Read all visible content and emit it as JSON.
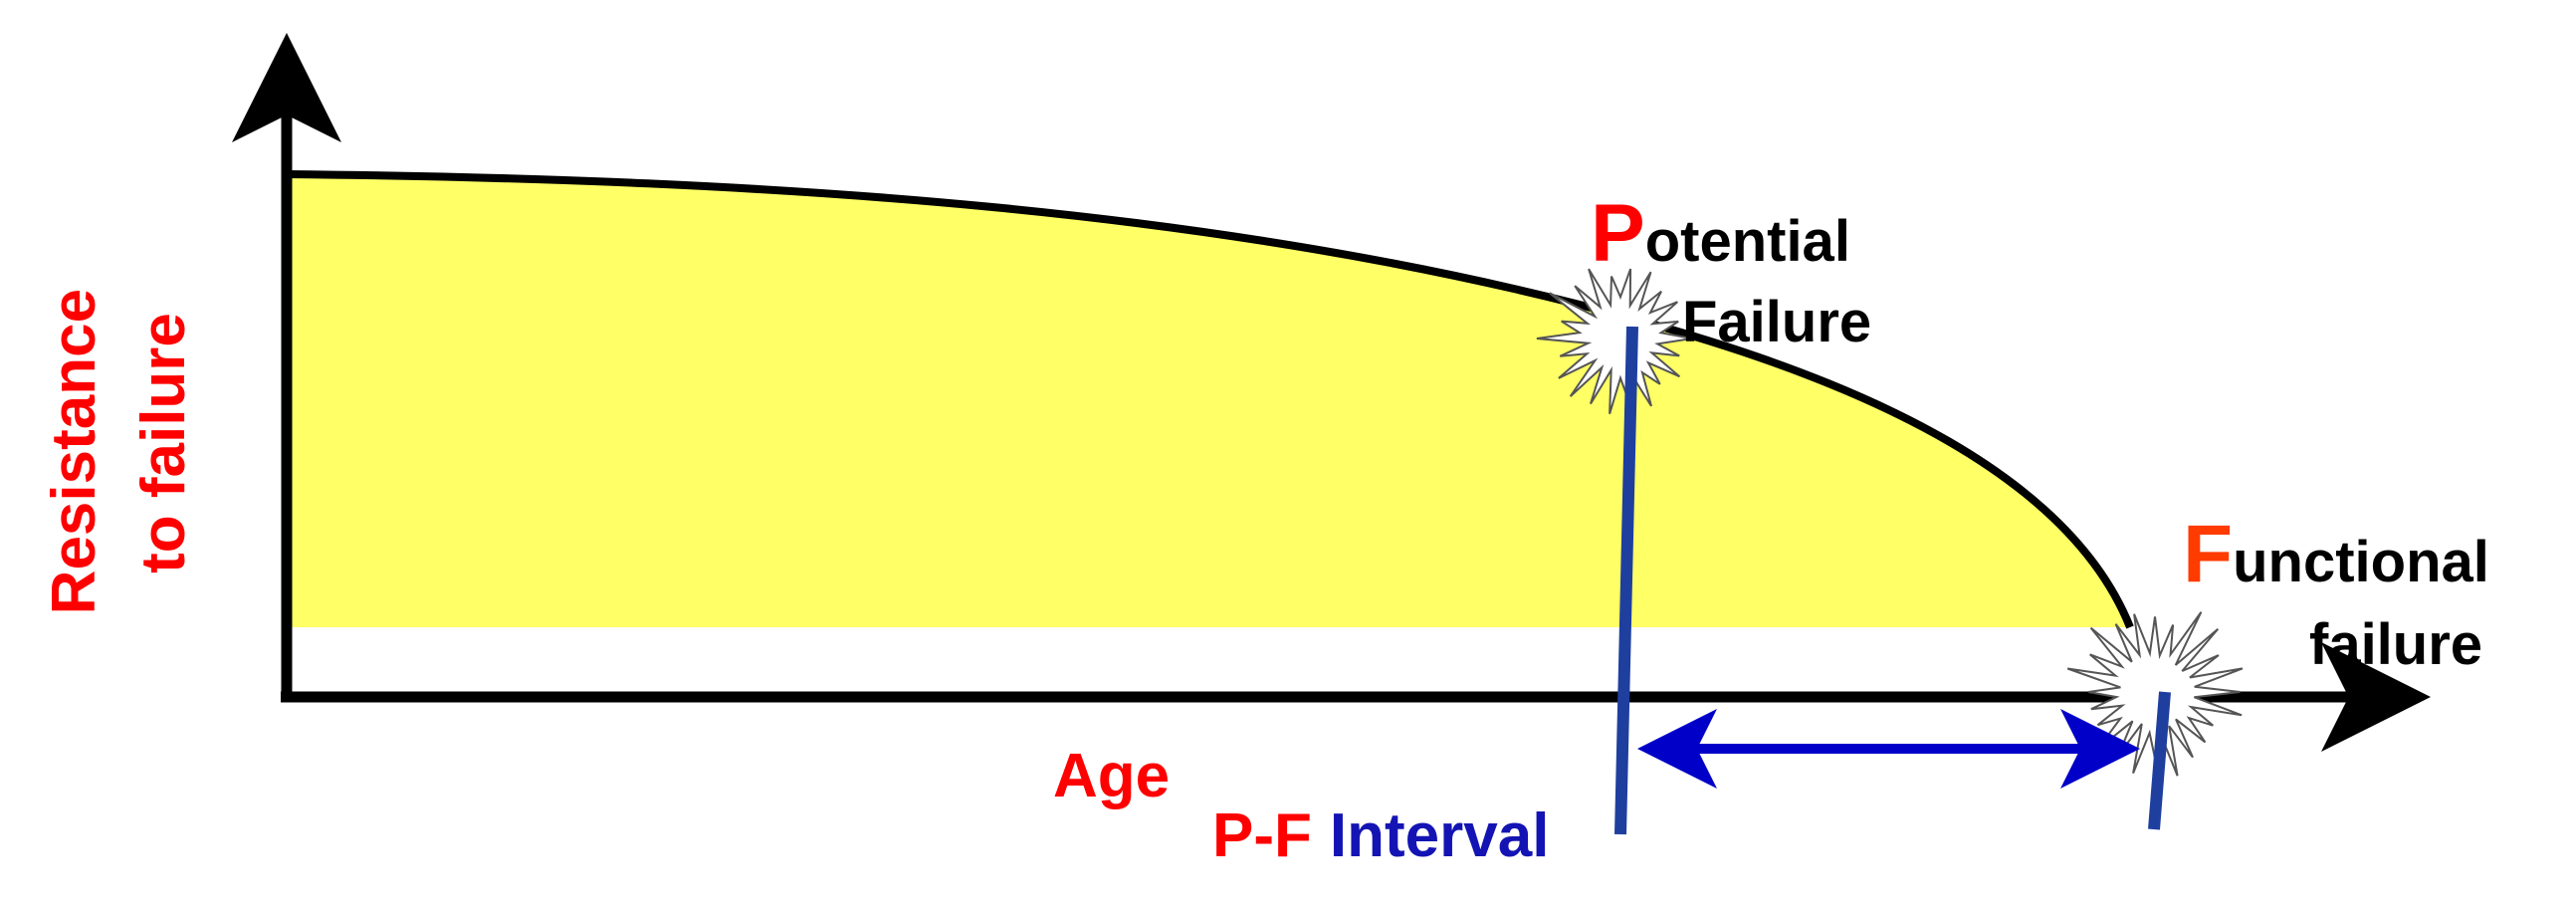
{
  "y_axis_label": {
    "line1": "Resistance",
    "line2": "to failure"
  },
  "x_axis_label": "Age",
  "potential_failure": {
    "initial": "P",
    "rest": "otential",
    "line2": "Failure"
  },
  "functional_failure": {
    "initial": "F",
    "rest": "unctional",
    "line2": "failure"
  },
  "pf_interval": {
    "prefix": "P-F",
    "suffix": "Interval"
  },
  "colors": {
    "fill": "#ffff66",
    "curve": "#000000",
    "axis": "#000000",
    "red_text": "#ff0000",
    "marker": "#1f3f9f",
    "arrow": "#0000c8",
    "blue_text": "#1414b4",
    "black_text": "#000000"
  }
}
